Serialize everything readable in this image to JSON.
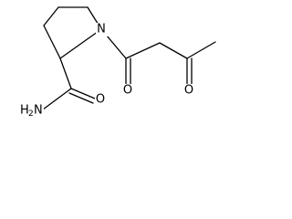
{
  "molecule": {
    "atoms": {
      "n1": "N",
      "o_amide": "O",
      "o_acyl": "O",
      "o_ketone": "O",
      "amide_n": "N",
      "amide_h": "H",
      "amide_h_count": "2"
    }
  },
  "colors": {
    "bond": "#000000",
    "label": "#000000",
    "background": "#ffffff"
  }
}
